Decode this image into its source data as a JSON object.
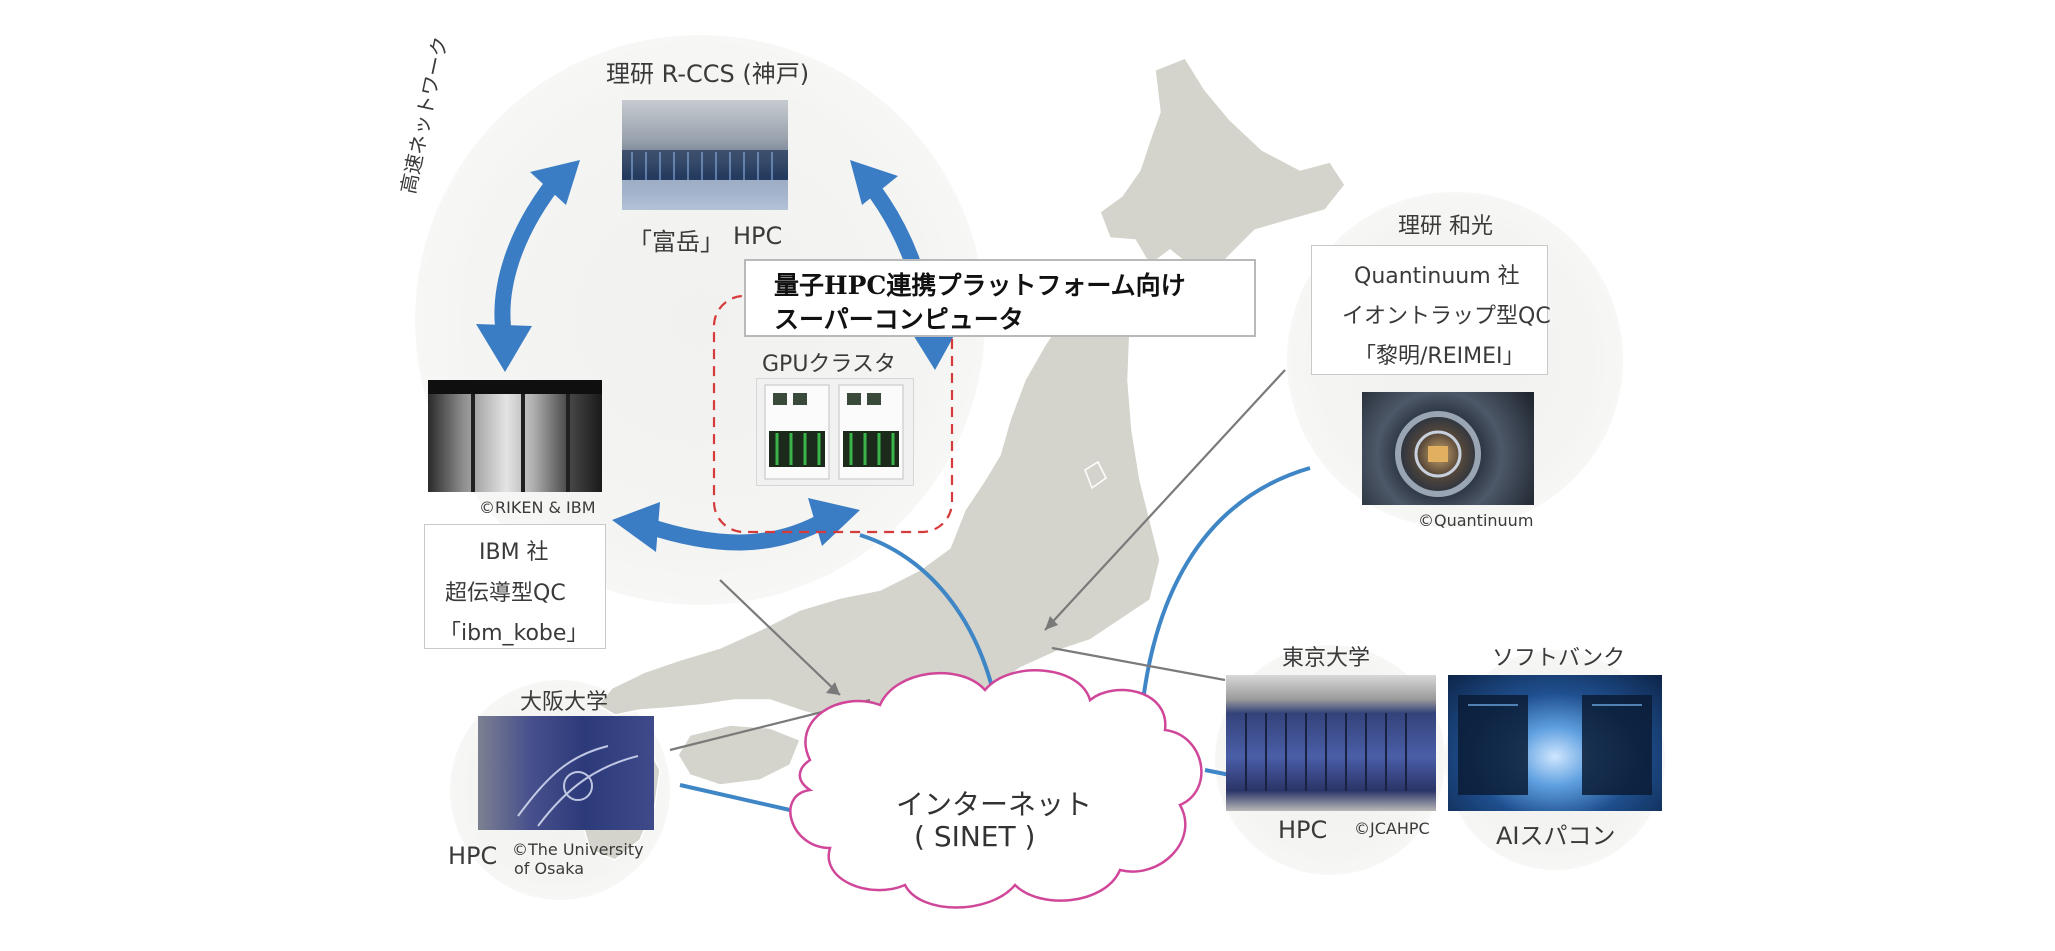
{
  "riken_kobe": {
    "site_label": "理研 R-CCS (神戸)",
    "fugaku_label": "「富岳」",
    "fugaku_type": "HPC"
  },
  "network_label": "高速ネットワーク",
  "callout": {
    "line1": "量子HPC連携プラットフォーム向け",
    "line2": "スーパーコンピュータ"
  },
  "gpu_cluster": {
    "label": "GPUクラスタ"
  },
  "ibm": {
    "credit": "©RIKEN & IBM",
    "company": "IBM 社",
    "type": "超伝導型QC",
    "name": "「ibm_kobe」"
  },
  "riken_wako": {
    "site_label": "理研 和光",
    "company": "Quantinuum 社",
    "type": "イオントラップ型QC",
    "name": "「黎明/REIMEI」",
    "credit": "©Quantinuum"
  },
  "tokyo": {
    "site_label": "東京大学",
    "type": "HPC",
    "credit": "©JCAHPC"
  },
  "softbank": {
    "site_label": "ソフトバンク",
    "type": "AIスパコン"
  },
  "osaka": {
    "site_label": "大阪大学",
    "type": "HPC",
    "credit_line1": "©The University",
    "credit_line2": "of Osaka"
  },
  "internet": {
    "line1": "インターネット",
    "line2": "( SINET )"
  },
  "colors": {
    "arrow_blue": "#3b7dc4",
    "network_line": "#3f86c6",
    "cloud_stroke": "#d0479a",
    "map_fill": "#d4d4cc",
    "callout_dash": "#d63a3a"
  }
}
